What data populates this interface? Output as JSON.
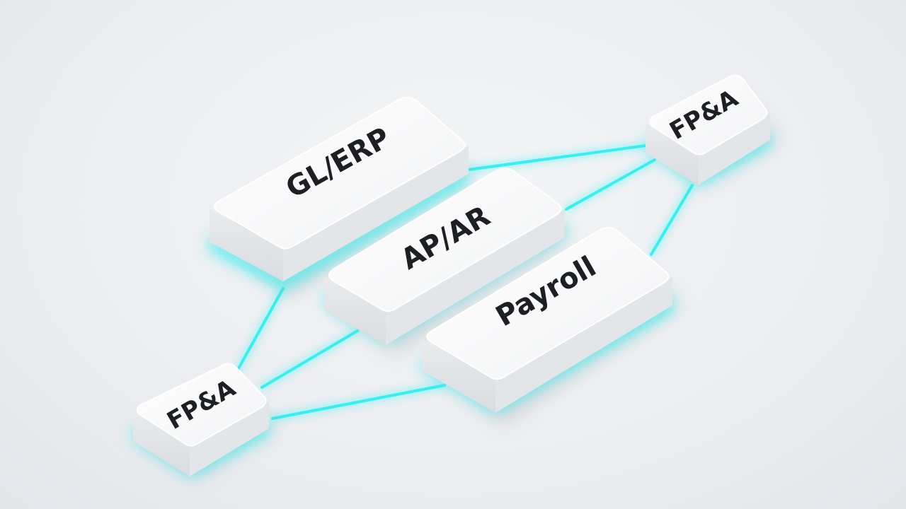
{
  "diagram": {
    "accent_color": "#35f0f0",
    "nodes": [
      {
        "id": "gl_erp",
        "label": "GL/ERP"
      },
      {
        "id": "ap_ar",
        "label": "AP/AR"
      },
      {
        "id": "payroll",
        "label": "Payroll"
      },
      {
        "id": "fpa_top",
        "label": "FP&A"
      },
      {
        "id": "fpa_bottom",
        "label": "FP&A"
      }
    ],
    "connections": [
      {
        "from": "gl_erp",
        "to": "fpa_top"
      },
      {
        "from": "ap_ar",
        "to": "fpa_top"
      },
      {
        "from": "payroll",
        "to": "fpa_top"
      },
      {
        "from": "gl_erp",
        "to": "fpa_bottom"
      },
      {
        "from": "ap_ar",
        "to": "fpa_bottom"
      },
      {
        "from": "payroll",
        "to": "fpa_bottom"
      }
    ]
  }
}
